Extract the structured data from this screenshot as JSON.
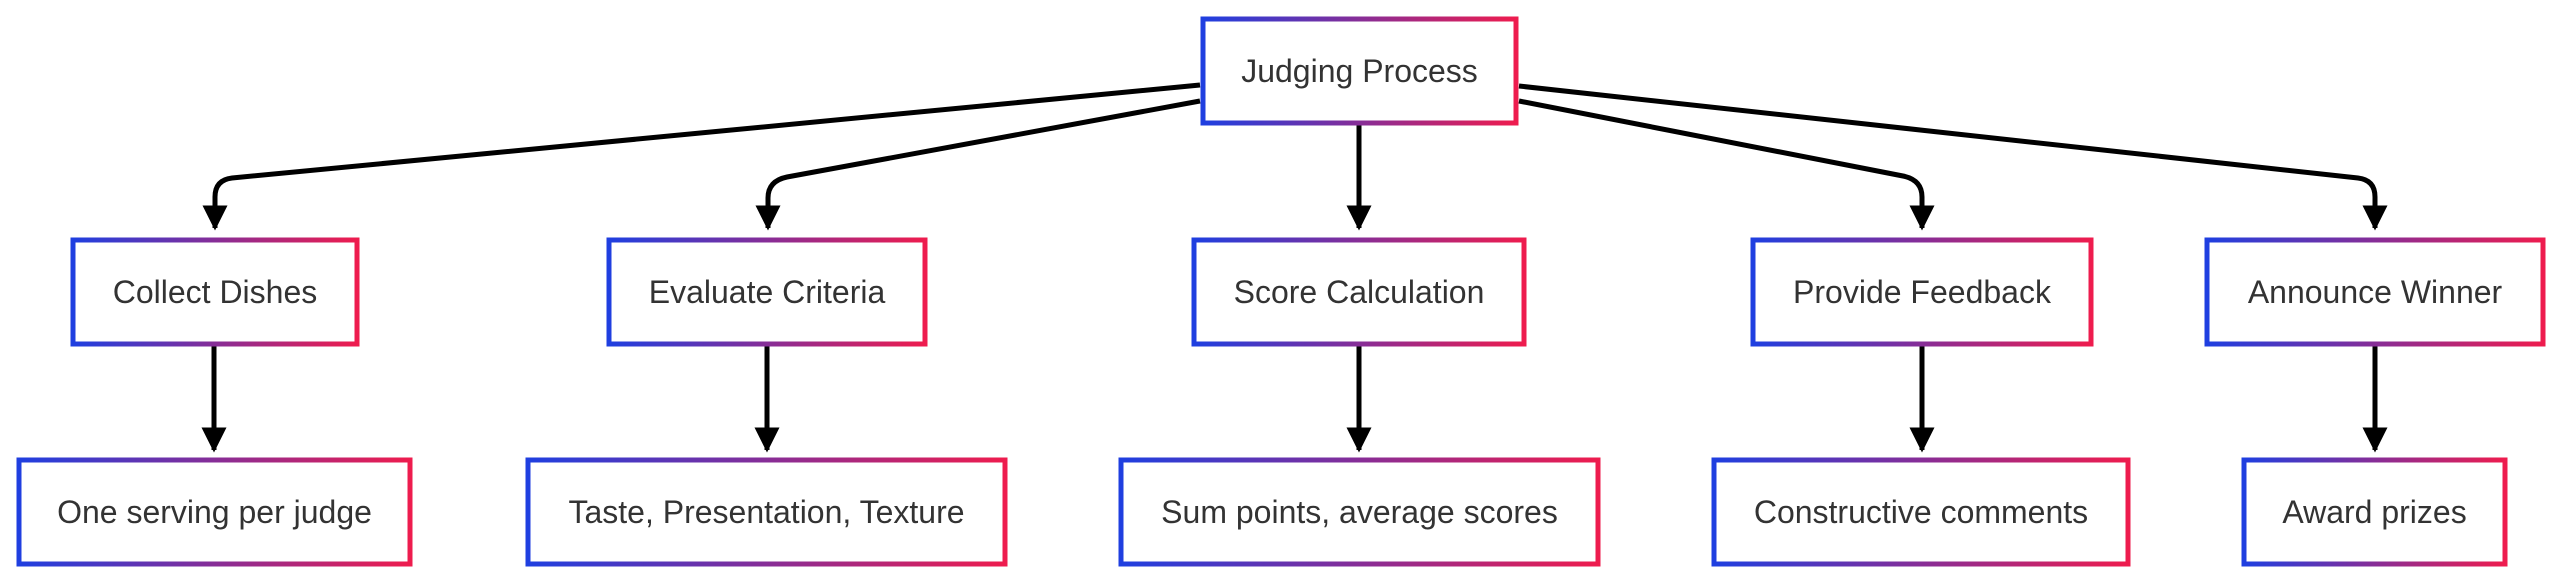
{
  "diagram": {
    "type": "flowchart-tree",
    "colors": {
      "border_gradient_start": "#1f3fe0",
      "border_gradient_end": "#ee1c4e",
      "edge": "#000000",
      "text": "#333333",
      "background": "#ffffff"
    },
    "root": {
      "id": "judging-process",
      "label": "Judging Process"
    },
    "steps": [
      {
        "id": "collect-dishes",
        "label": "Collect Dishes",
        "detail": "One serving per judge"
      },
      {
        "id": "evaluate-criteria",
        "label": "Evaluate Criteria",
        "detail": "Taste, Presentation, Texture"
      },
      {
        "id": "score-calculation",
        "label": "Score Calculation",
        "detail": "Sum points, average scores"
      },
      {
        "id": "provide-feedback",
        "label": "Provide Feedback",
        "detail": "Constructive comments"
      },
      {
        "id": "announce-winner",
        "label": "Announce Winner",
        "detail": "Award prizes"
      }
    ]
  }
}
